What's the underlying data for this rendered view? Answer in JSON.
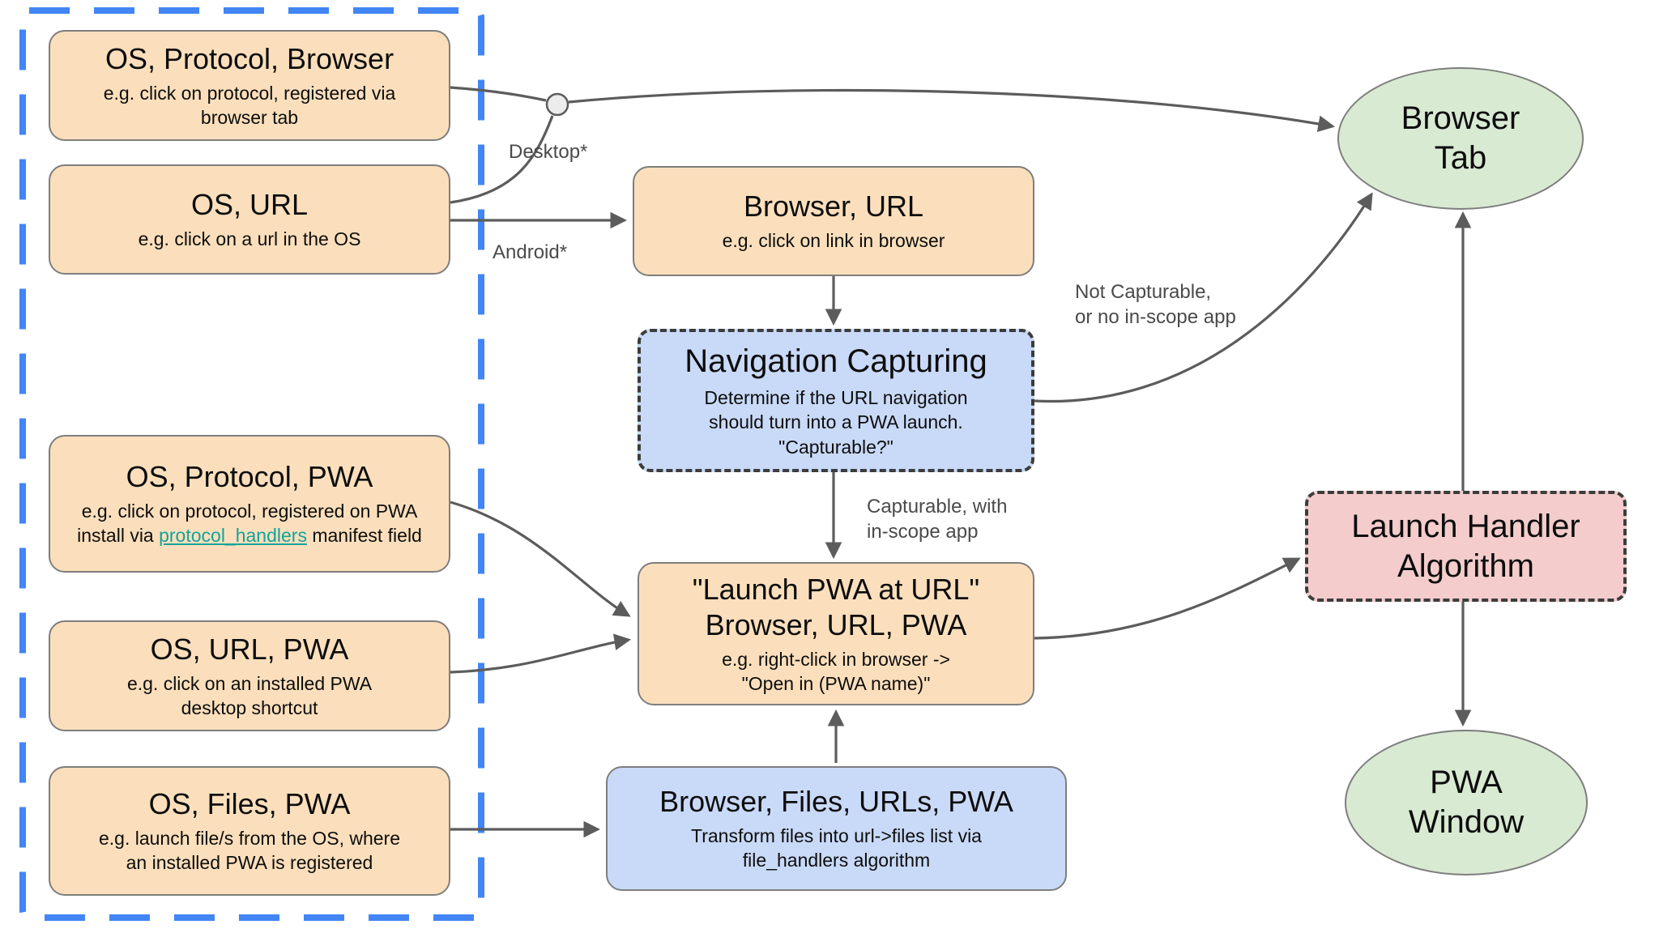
{
  "diagram": {
    "nodes": {
      "os_protocol_browser": {
        "title": "OS, Protocol, Browser",
        "desc": "e.g. click on protocol, registered via\nbrowser tab"
      },
      "os_url": {
        "title": "OS, URL",
        "desc": "e.g. click on a url in the OS"
      },
      "os_protocol_pwa": {
        "title": "OS, Protocol, PWA",
        "desc_pre": "e.g. click on protocol, registered on PWA install via ",
        "link_text": "protocol_handlers",
        "desc_post": " manifest field"
      },
      "os_url_pwa": {
        "title": "OS, URL, PWA",
        "desc": "e.g. click on an installed PWA\ndesktop shortcut"
      },
      "os_files_pwa": {
        "title": "OS, Files, PWA",
        "desc": "e.g. launch file/s from the OS, where\nan installed PWA is registered"
      },
      "browser_url": {
        "title": "Browser, URL",
        "desc": "e.g. click on link in browser"
      },
      "navigation_capturing": {
        "title": "Navigation Capturing",
        "desc": "Determine if the URL navigation\nshould turn into a PWA launch.\n\"Capturable?\""
      },
      "launch_pwa_at_url": {
        "title": "\"Launch PWA at URL\"\nBrowser, URL, PWA",
        "desc": "e.g. right-click in browser ->\n\"Open in (PWA name)\""
      },
      "browser_files_urls_pwa": {
        "title": "Browser, Files, URLs, PWA",
        "desc": "Transform files into url->files list via\nfile_handlers algorithm"
      },
      "browser_tab": {
        "title": "Browser\nTab"
      },
      "launch_handler_algorithm": {
        "title": "Launch Handler\nAlgorithm"
      },
      "pwa_window": {
        "title": "PWA\nWindow"
      }
    },
    "edge_labels": {
      "desktop": "Desktop*",
      "android": "Android*",
      "not_capturable": "Not Capturable,\nor no in-scope app",
      "capturable": "Capturable, with\nin-scope app"
    },
    "colors": {
      "source_box_fill": "#fbdfbc",
      "process_box_fill": "#c9daf8",
      "terminal_fill": "#d9ead3",
      "launch_handler_fill": "#f4cccc",
      "container_dash": "#4285f4",
      "arrow": "#5c5c5c",
      "link": "#12a39b"
    }
  }
}
